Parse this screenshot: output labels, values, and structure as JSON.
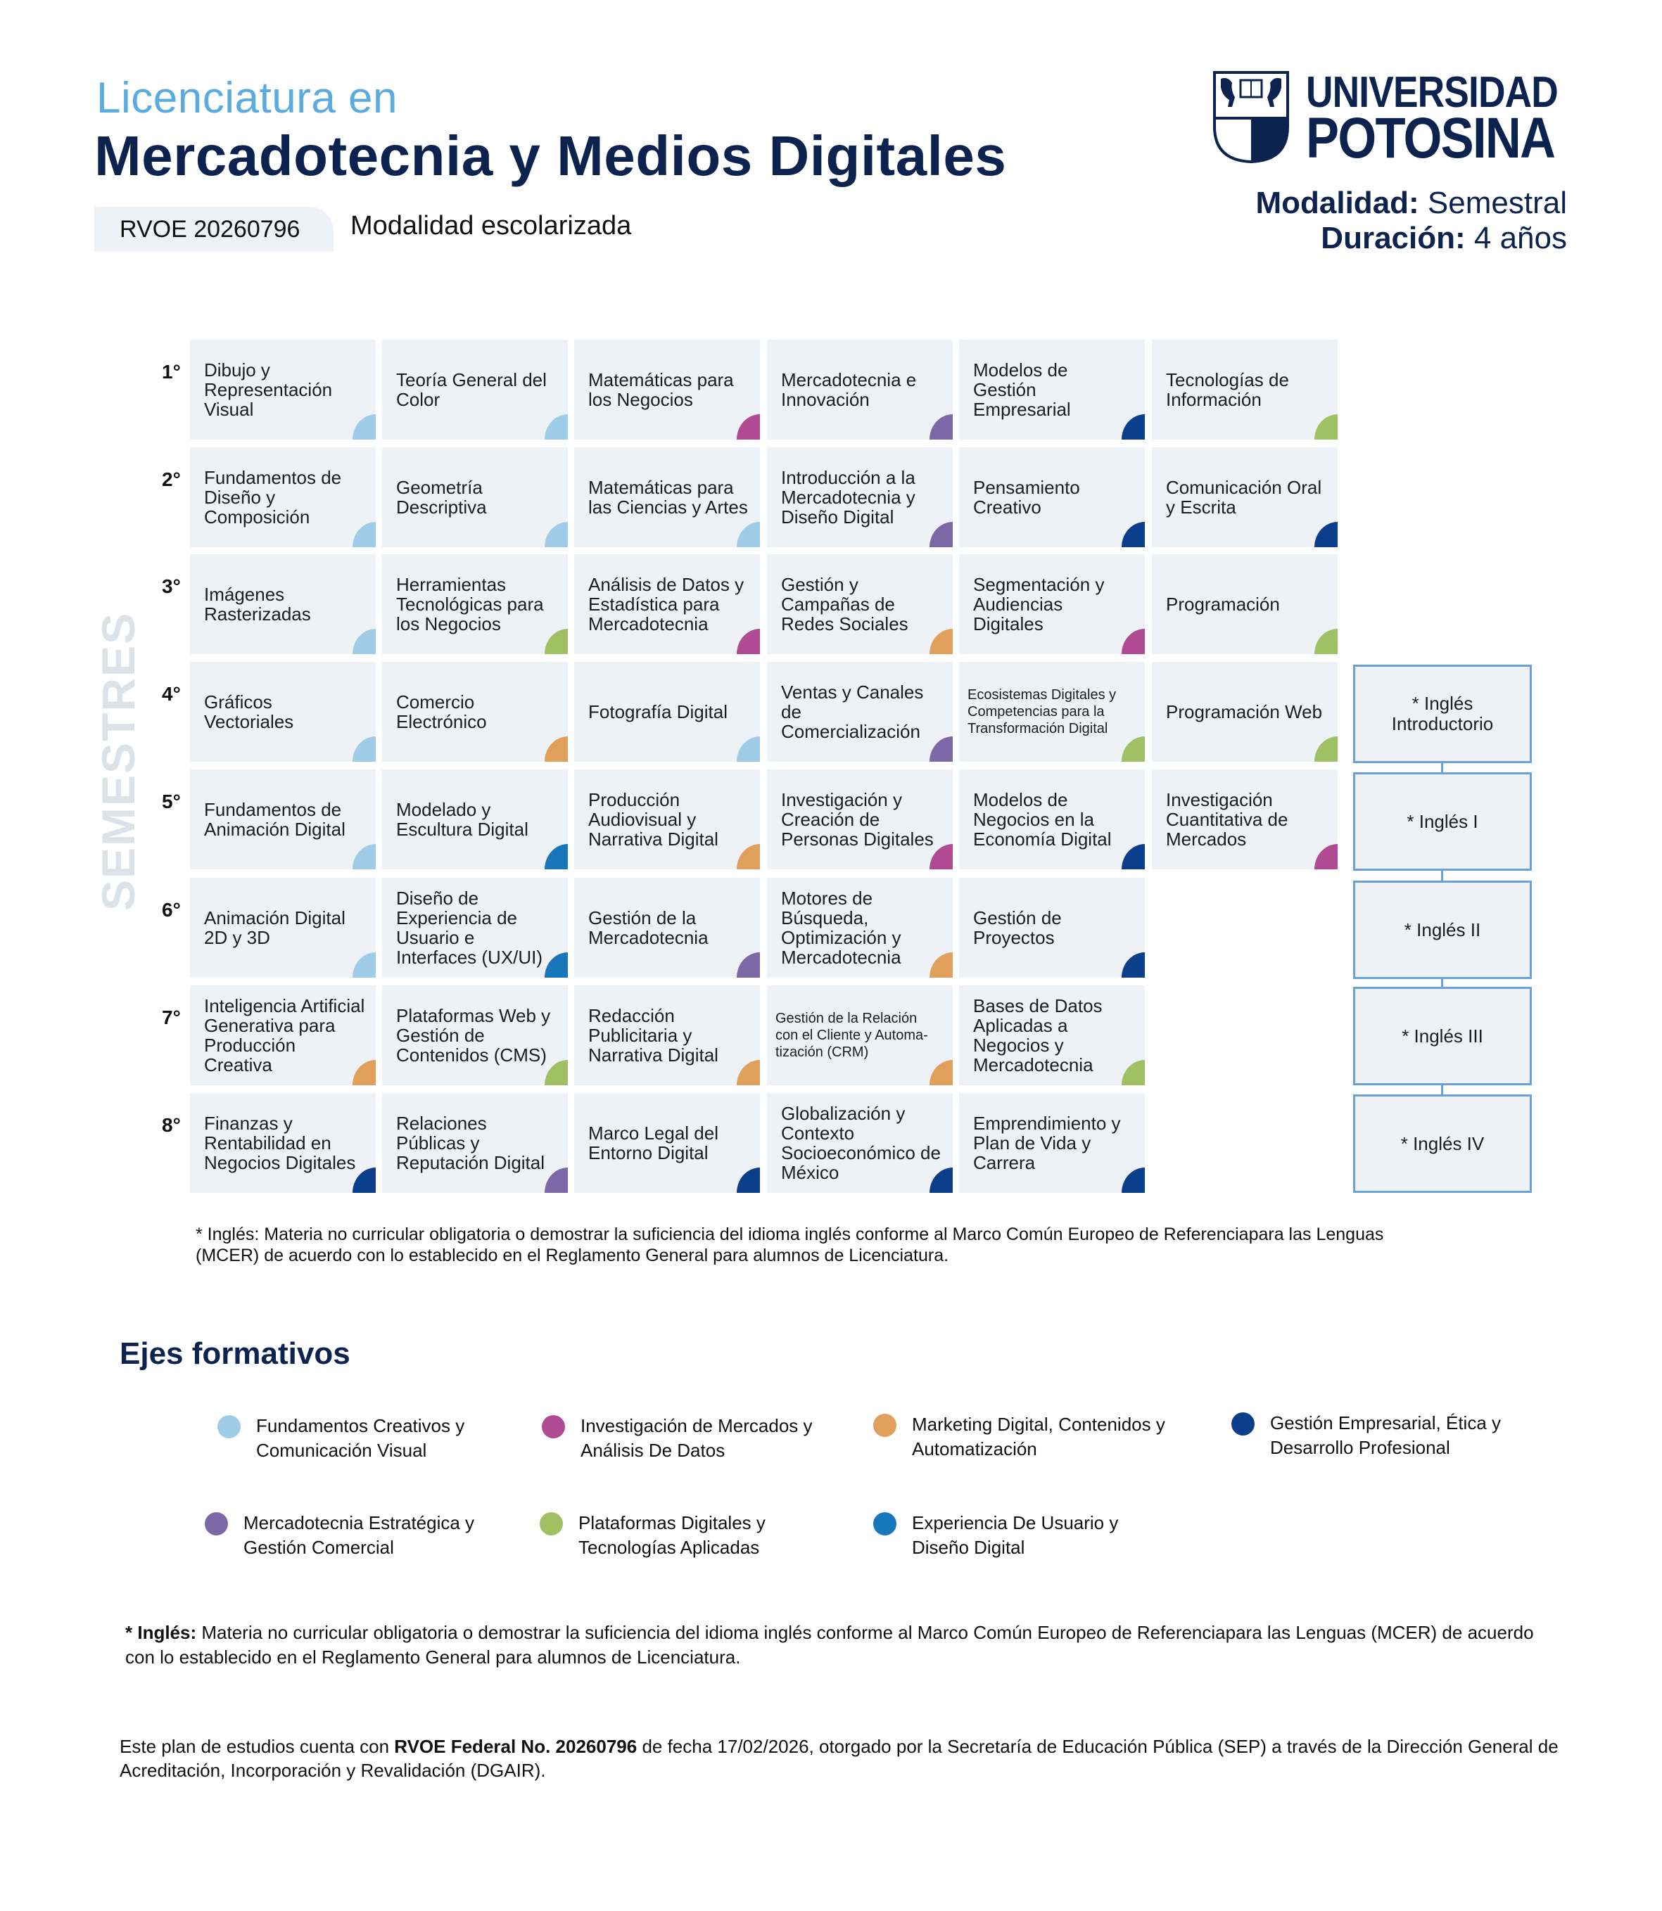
{
  "header": {
    "subtitle": "Licenciatura en",
    "title": "Mercadotecnia y Medios Digitales",
    "rvoe": "RVOE 20260796",
    "modality_type": "Modalidad escolarizada",
    "modalidad_label": "Modalidad:",
    "modalidad_value": "Semestral",
    "duracion_label": "Duración:",
    "duracion_value": "4 años"
  },
  "logo": {
    "line1": "UNIVERSIDAD",
    "line2": "POTOSINA"
  },
  "vertical_label": "SEMESTRES",
  "axes": {
    "fc": {
      "label": "Fundamentos Creativos y Comunicación Visual",
      "color": "#9fcde8"
    },
    "im": {
      "label": "Investigación de Mercados y Análisis De Datos",
      "color": "#b04a92"
    },
    "md": {
      "label": "Marketing Digital, Contenidos y Automatización",
      "color": "#e0a05c"
    },
    "ge": {
      "label": "Gestión Empresarial, Ética y Desarrollo Profesional",
      "color": "#0b3f8c"
    },
    "me": {
      "label": "Mercadotecnia Estratégica y Gestión Comercial",
      "color": "#7c68a6"
    },
    "pd": {
      "label": "Plataformas Digitales y Tecnologías Aplicadas",
      "color": "#9fc164"
    },
    "ux": {
      "label": "Experiencia De Usuario y Diseño Digital",
      "color": "#1877bb"
    }
  },
  "semesters": [
    {
      "label": "1°",
      "subjects": [
        {
          "name": "Dibujo y Representación Visual",
          "axis": "fc"
        },
        {
          "name": "Teoría General del Color",
          "axis": "fc"
        },
        {
          "name": "Matemáticas para los Negocios",
          "axis": "im"
        },
        {
          "name": "Mercadotecnia e Innovación",
          "axis": "me"
        },
        {
          "name": "Modelos de Gestión Empresarial",
          "axis": "ge"
        },
        {
          "name": "Tecnologías de Información",
          "axis": "pd"
        }
      ]
    },
    {
      "label": "2°",
      "subjects": [
        {
          "name": "Fundamentos de Diseño y Composición",
          "axis": "fc"
        },
        {
          "name": "Geometría Descriptiva",
          "axis": "fc"
        },
        {
          "name": "Matemáticas para las Ciencias y Artes",
          "axis": "fc"
        },
        {
          "name": "Introducción a la Mercadotecnia y Diseño Digital",
          "axis": "me"
        },
        {
          "name": "Pensamiento Creativo",
          "axis": "ge"
        },
        {
          "name": "Comunicación Oral y Escrita",
          "axis": "ge"
        }
      ]
    },
    {
      "label": "3°",
      "subjects": [
        {
          "name": "Imágenes Rasterizadas",
          "axis": "fc"
        },
        {
          "name": "Herramientas Tecnológicas para los Negocios",
          "axis": "pd"
        },
        {
          "name": "Análisis de Datos y Estadística para Mercadotecnia",
          "axis": "im"
        },
        {
          "name": "Gestión y Campañas de Redes Sociales",
          "axis": "md"
        },
        {
          "name": "Segmentación y Audiencias Digitales",
          "axis": "im"
        },
        {
          "name": "Programación",
          "axis": "pd"
        }
      ]
    },
    {
      "label": "4°",
      "subjects": [
        {
          "name": "Gráficos Vectoriales",
          "axis": "fc"
        },
        {
          "name": "Comercio Electrónico",
          "axis": "md"
        },
        {
          "name": "Fotografía Digital",
          "axis": "fc"
        },
        {
          "name": "Ventas y Canales de Comercialización",
          "axis": "me"
        },
        {
          "name": "Ecosistemas Digitales y Competencias para la Transformación Digital",
          "axis": "pd"
        },
        {
          "name": "Programación Web",
          "axis": "pd"
        }
      ]
    },
    {
      "label": "5°",
      "subjects": [
        {
          "name": "Fundamentos de Animación Digital",
          "axis": "fc"
        },
        {
          "name": "Modelado y Escultura Digital",
          "axis": "ux"
        },
        {
          "name": "Producción Audiovisual y Narrativa Digital",
          "axis": "md"
        },
        {
          "name": "Investigación y Creación de Personas Digitales",
          "axis": "im"
        },
        {
          "name": "Modelos de Negocios en la Economía Digital",
          "axis": "ge"
        },
        {
          "name": "Investigación Cuantitativa de Mercados",
          "axis": "im"
        }
      ]
    },
    {
      "label": "6°",
      "subjects": [
        {
          "name": "Animación Digital 2D y 3D",
          "axis": "fc"
        },
        {
          "name": "Diseño de Experiencia de Usuario e Interfaces (UX/UI)",
          "axis": "ux"
        },
        {
          "name": "Gestión de la Mercadotecnia",
          "axis": "me"
        },
        {
          "name": "Motores de Búsqueda, Optimización y Mercadotecnia",
          "axis": "md"
        },
        {
          "name": "Gestión de Proyectos",
          "axis": "ge"
        }
      ]
    },
    {
      "label": "7°",
      "subjects": [
        {
          "name": "Inteligencia Artificial Generativa para Producción Creativa",
          "axis": "md"
        },
        {
          "name": "Plataformas Web y Gestión de Contenidos (CMS)",
          "axis": "pd"
        },
        {
          "name": "Redacción Publicitaria y Narrativa Digital",
          "axis": "md"
        },
        {
          "name": "Gestión de la Relación con el Cliente y Automa-tización (CRM)",
          "axis": "md"
        },
        {
          "name": "Bases de Datos Aplicadas a Negocios y Mercadotecnia",
          "axis": "pd"
        }
      ]
    },
    {
      "label": "8°",
      "subjects": [
        {
          "name": "Finanzas y Rentabilidad en Negocios Digitales",
          "axis": "ge"
        },
        {
          "name": "Relaciones Públicas y Reputación Digital",
          "axis": "me"
        },
        {
          "name": "Marco Legal del Entorno Digital",
          "axis": "ge"
        },
        {
          "name": "Globalización y Contexto Socioeconómico de México",
          "axis": "ge"
        },
        {
          "name": "Emprendimiento y Plan de Vida y Carrera",
          "axis": "ge"
        }
      ]
    }
  ],
  "english": [
    "* Inglés Introductorio",
    "* Inglés I",
    "* Inglés II",
    "* Inglés III",
    "* Inglés IV"
  ],
  "footnote_grid": "* Inglés: Materia no curricular obligatoria o demostrar la suficiencia del idioma inglés conforme al Marco Común Europeo de Referenciapara las Lenguas (MCER) de acuerdo con lo establecido en el Reglamento General para alumnos de Licenciatura.",
  "ejes_title": "Ejes formativos",
  "footnote2": {
    "bold": "* Inglés:",
    "text": " Materia no curricular obligatoria o demostrar la suficiencia del idioma inglés conforme al Marco Común Europeo de Referenciapara las Lenguas (MCER) de acuerdo con lo establecido en el Reglamento General para alumnos de Licenciatura."
  },
  "rvoe_statement": {
    "pre": "Este plan de estudios cuenta con ",
    "bold": "RVOE Federal No. 20260796",
    "post": " de fecha 17/02/2026, otorgado por la Secretaría de Educación Pública (SEP) a través de la Dirección General de Acreditación, Incorporación y Revalidación (DGAIR)."
  }
}
